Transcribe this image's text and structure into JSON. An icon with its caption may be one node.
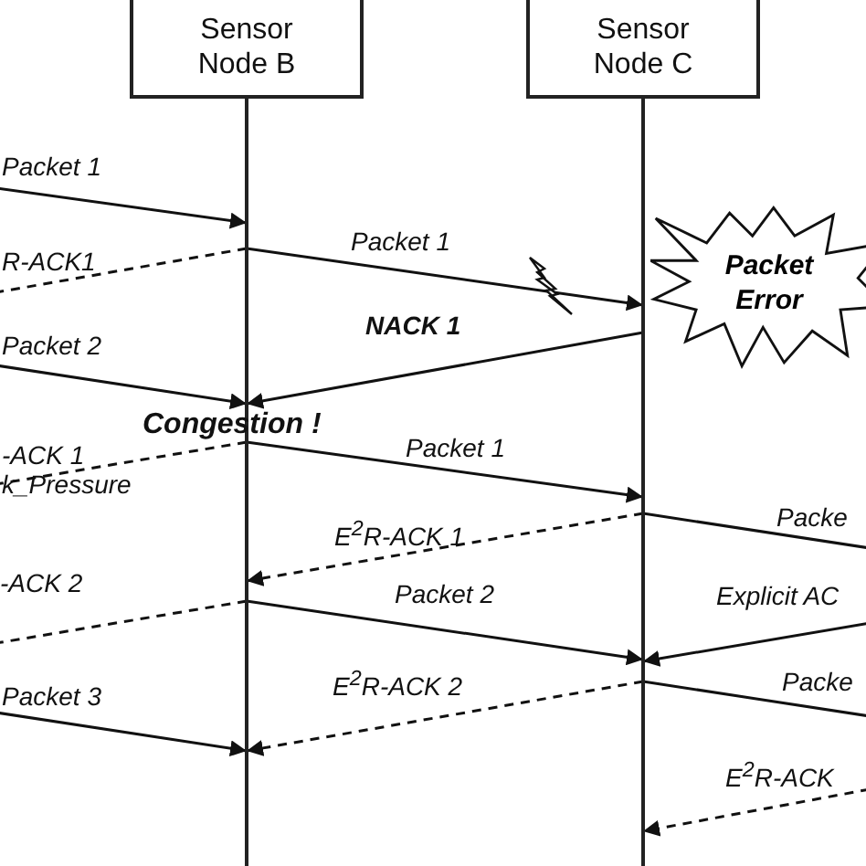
{
  "diagram": {
    "nodes": [
      {
        "text": [
          "Sensor Node B"
        ]
      },
      {
        "text": [
          "Sensor Node C"
        ]
      },
      {
        "text": [
          "Packet Error"
        ]
      }
    ],
    "edges": [
      {
        "from": null,
        "to": 0,
        "arrow": "to",
        "label": "Packet 1"
      },
      {
        "from": 0,
        "to": null,
        "arrow": "none",
        "label": "R-ACK1",
        "style": "dashed"
      },
      {
        "from": 0,
        "to": 1,
        "arrow": "to",
        "label": "Packet 1"
      },
      {
        "from": 1,
        "to": 0,
        "arrow": "to",
        "label": "**NACK 1**"
      },
      {
        "from": null,
        "to": 0,
        "arrow": "to",
        "label": "Packet 2"
      },
      {
        "from": 0,
        "to": null,
        "arrow": "none",
        "label": "-ACK 1 k_Pressure",
        "style": "dashed"
      },
      {
        "from": 0,
        "to": 1,
        "arrow": "to",
        "label": "Packet 1"
      },
      {
        "from": 1,
        "to": null,
        "arrow": "none",
        "label": "Packe"
      },
      {
        "from": 1,
        "to": 0,
        "arrow": "to",
        "label": "E$^{2}$R-ACK 1",
        "style": "dashed"
      },
      {
        "from": 0,
        "to": null,
        "arrow": "none",
        "label": "-ACK 2",
        "style": "dashed"
      },
      {
        "from": 0,
        "to": 1,
        "arrow": "to",
        "label": "Packet 2"
      },
      {
        "from": null,
        "to": 1,
        "arrow": "to",
        "label": "Explicit AC"
      },
      {
        "from": null,
        "to": 0,
        "arrow": "to",
        "label": "Packet 3"
      },
      {
        "from": 1,
        "to": 0,
        "arrow": "to",
        "label": "E$^{2}$R-ACK 2",
        "style": "dashed"
      },
      {
        "from": 1,
        "to": null,
        "arrow": "none",
        "label": "Packe"
      },
      {
        "from": null,
        "to": 1,
        "arrow": "to",
        "label": "E$^{2}$R-ACK",
        "style": "dashed"
      }
    ],
    "labels": [
      "Congestion !"
    ]
  }
}
